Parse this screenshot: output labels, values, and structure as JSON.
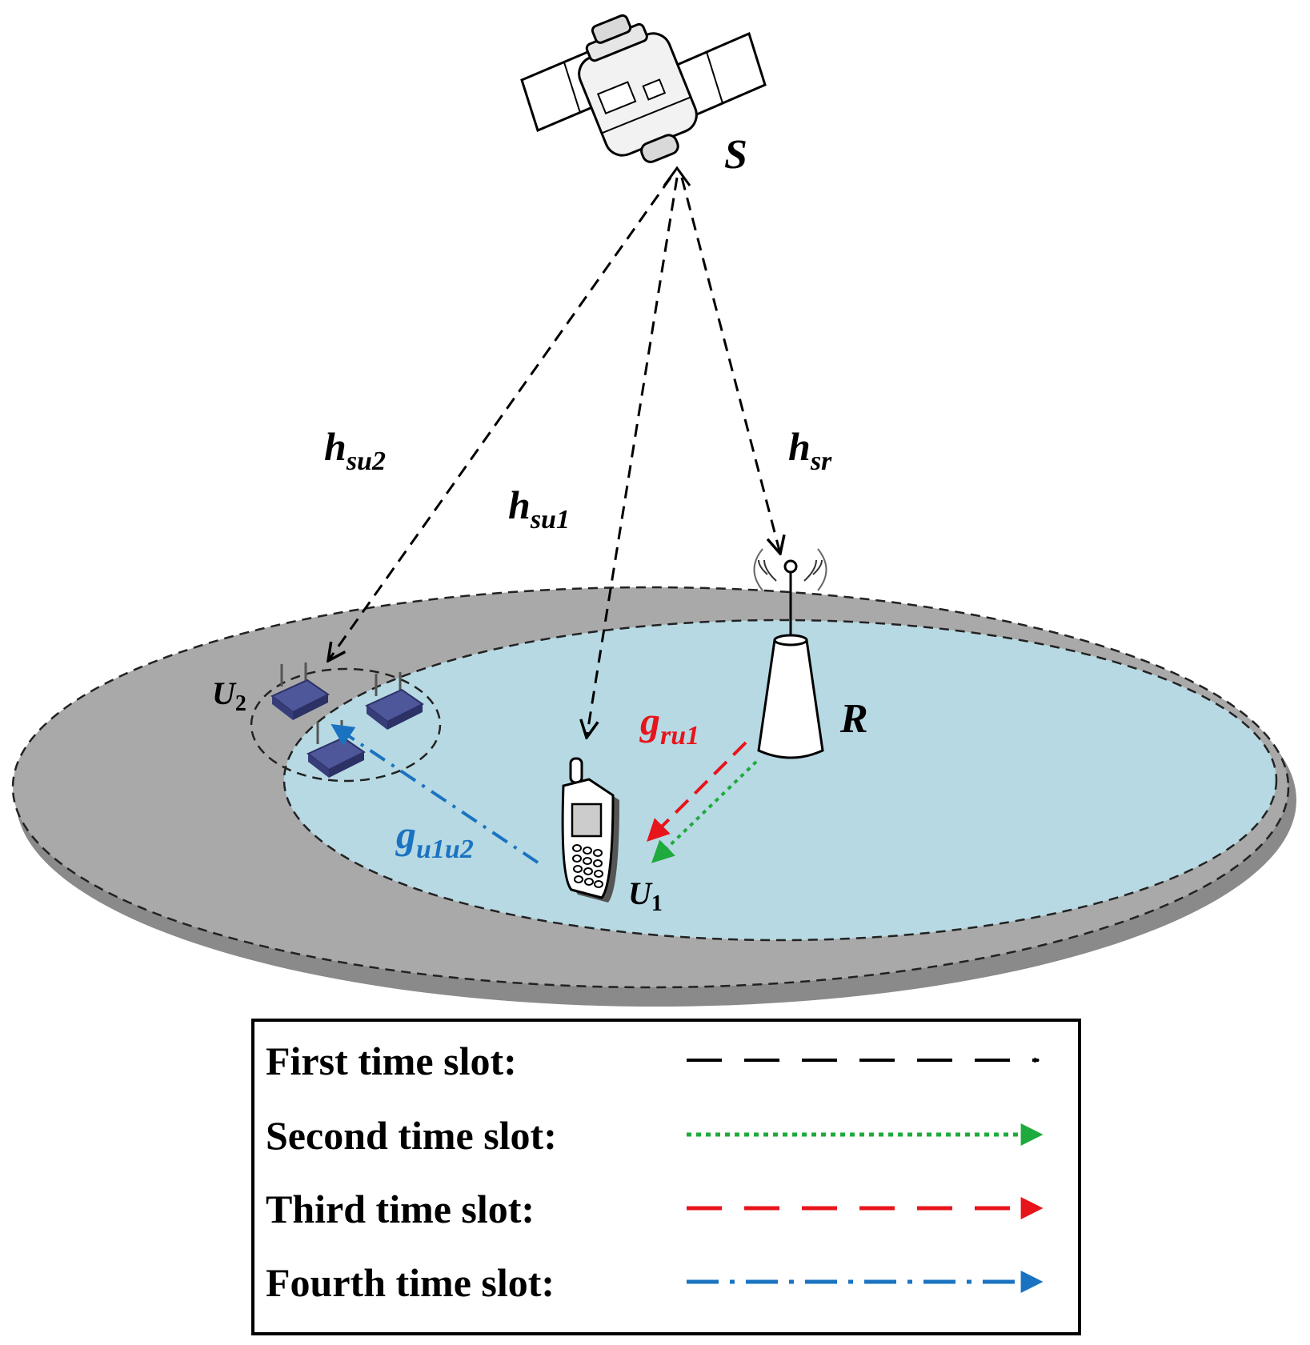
{
  "nodes": {
    "satellite": {
      "label": "S"
    },
    "relay": {
      "label": "R"
    },
    "user1": {
      "label": "U",
      "subscript": "1"
    },
    "user2": {
      "label": "U",
      "subscript": "2"
    }
  },
  "links": {
    "h_su2": {
      "base": "h",
      "subscript": "su2",
      "color": "#000000"
    },
    "h_su1": {
      "base": "h",
      "subscript": "su1",
      "color": "#000000"
    },
    "h_sr": {
      "base": "h",
      "subscript": "sr",
      "color": "#000000"
    },
    "g_ru1": {
      "base": "g",
      "subscript": "ru1",
      "color": "#e8141b"
    },
    "g_u1u2": {
      "base": "g",
      "subscript": "u1u2",
      "color": "#1a73c1"
    }
  },
  "legend": {
    "items": [
      {
        "label": "First time slot:",
        "color": "#000000",
        "style": "dashed"
      },
      {
        "label": "Second time slot:",
        "color": "#1faa3d",
        "style": "dotted"
      },
      {
        "label": "Third time slot:",
        "color": "#e8141b",
        "style": "dashed"
      },
      {
        "label": "Fourth time slot:",
        "color": "#1a73c1",
        "style": "dash-dot"
      }
    ]
  },
  "colors": {
    "outer_region": "#a9a9a9",
    "inner_region": "#b7d9e3",
    "router": "#4e579a"
  }
}
